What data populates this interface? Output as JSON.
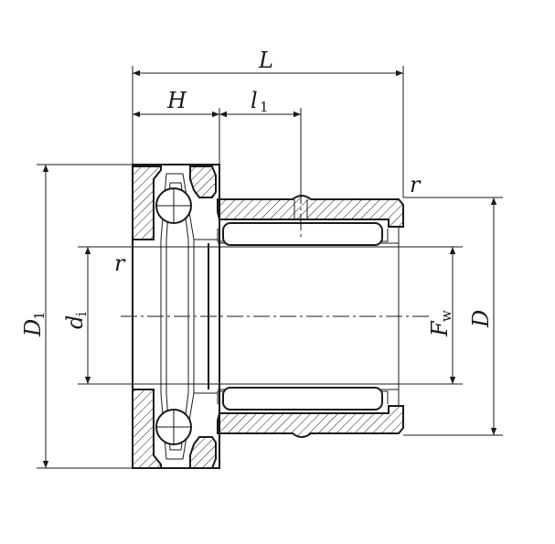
{
  "dimension_labels": {
    "L": "L",
    "H": "H",
    "l1_main": "l",
    "l1_sub": "1",
    "D1_main": "D",
    "D1_sub": "1",
    "di_main": "d",
    "di_sub": "i",
    "Fw_main": "F",
    "Fw_sub": "w",
    "D": "D",
    "r_top": "r",
    "r_left": "r"
  },
  "colors": {
    "line": "#1a1a1a",
    "background": "#ffffff"
  }
}
